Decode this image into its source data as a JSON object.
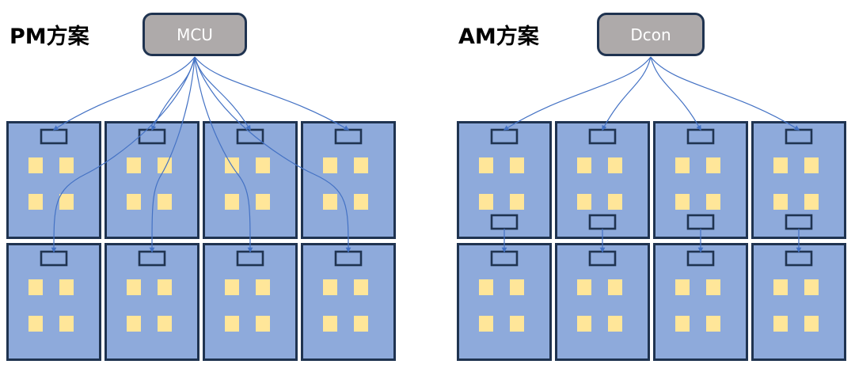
{
  "pm": {
    "title": "PM方案",
    "controller": "MCU",
    "grid": {
      "rows": 2,
      "cols": 4,
      "chips_per_panel": 4
    },
    "wiring": "star - controller connects directly to every panel (8 links)"
  },
  "am": {
    "title": "AM方案",
    "controller": "Dcon",
    "grid": {
      "rows": 2,
      "cols": 4,
      "chips_per_panel": 4
    },
    "wiring": "cascade - controller connects to top-row panels (4 links), each top panel relays to the panel below"
  },
  "colors": {
    "panel_fill": "#8eaadb",
    "panel_border": "#1f3350",
    "chip_fill": "#ffe699",
    "connector_border": "#1f3350",
    "arrow": "#4472c4",
    "controller_fill": "#aeaaaa",
    "controller_text": "#ffffff"
  }
}
